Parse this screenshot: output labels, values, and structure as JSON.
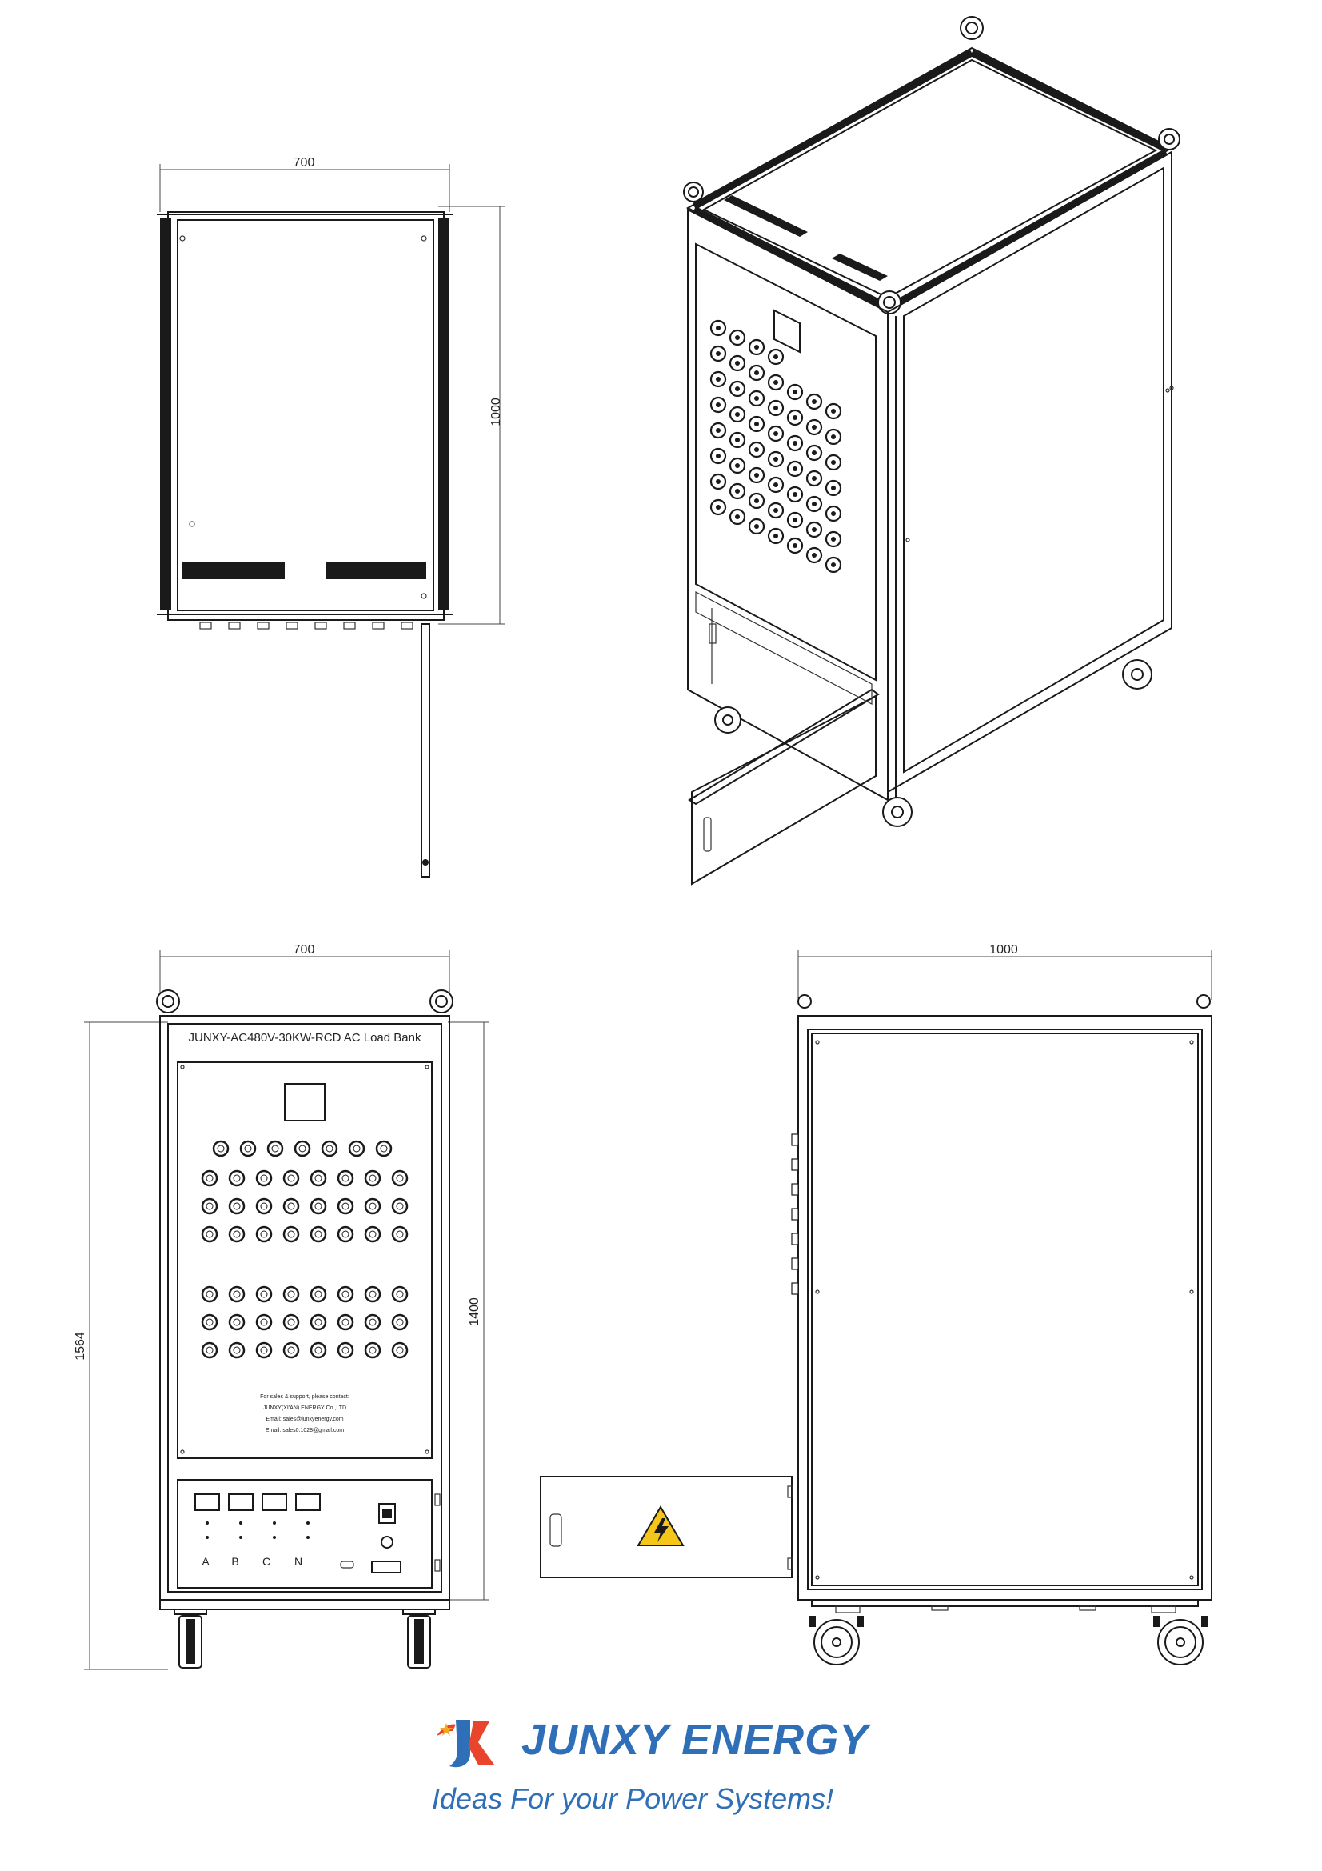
{
  "views": {
    "top": {
      "width_dim": "700",
      "depth_dim": "1000"
    },
    "front": {
      "width_dim": "700",
      "height_dim": "1400",
      "total_height_dim": "1564",
      "panel_title": "JUNXY-AC480V-30KW-RCD AC Load Bank",
      "phase_labels": [
        "A",
        "B",
        "C",
        "N"
      ],
      "contact_lines": [
        "For sales & support, please contact:",
        "JUNXY(XI'AN) ENERGY Co.,LTD",
        "Email: sales@junxyenergy.com",
        "Email: sales0.1028@gmail.com"
      ]
    },
    "side": {
      "length_dim": "1000"
    }
  },
  "brand": {
    "name": "JUNXY ENERGY",
    "tagline": "Ideas For your Power Systems!",
    "color": "#2f6fb7",
    "accent": "#e8452c",
    "logo_icon": "junxy-logo-icon"
  },
  "warning_icon": "high-voltage-warning-icon"
}
